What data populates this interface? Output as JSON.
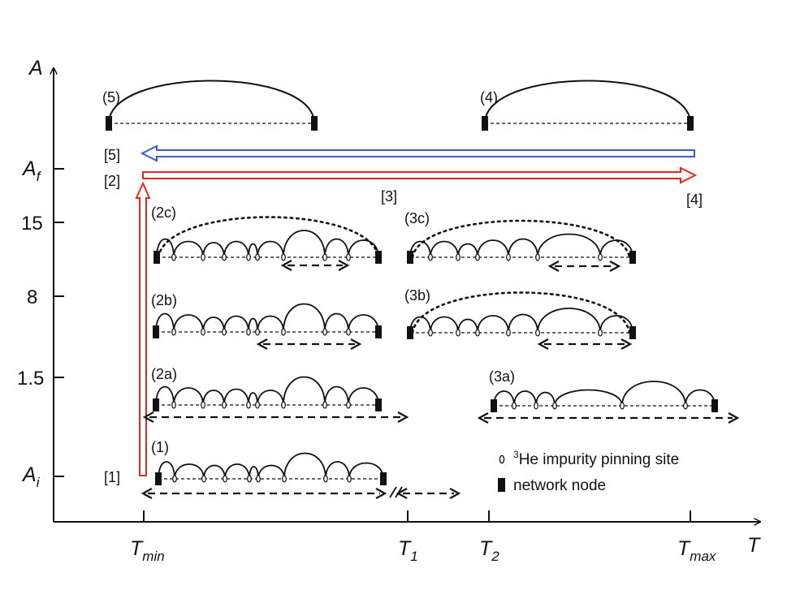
{
  "axes": {
    "y_title": "A",
    "x_title": "T",
    "y_ticks": [
      {
        "main": "A",
        "sub": "f"
      },
      {
        "main": "15",
        "sub": ""
      },
      {
        "main": "8",
        "sub": ""
      },
      {
        "main": "1.5",
        "sub": ""
      },
      {
        "main": "A",
        "sub": "i"
      }
    ],
    "x_ticks": [
      {
        "main": "T",
        "sub": "min"
      },
      {
        "main": "T",
        "sub": "1"
      },
      {
        "main": "T",
        "sub": "2"
      },
      {
        "main": "T",
        "sub": "max"
      }
    ]
  },
  "config_labels": {
    "c1": "(1)",
    "c2a": "(2a)",
    "c2b": "(2b)",
    "c2c": "(2c)",
    "c3a": "(3a)",
    "c3b": "(3b)",
    "c3c": "(3c)",
    "c4": "(4)",
    "c5": "(5)"
  },
  "step_labels": {
    "s1": "[1]",
    "s2": "[2]",
    "s3": "[3]",
    "s4": "[4]",
    "s5": "[5]"
  },
  "legend": {
    "pin_sup": "3",
    "pin": "He impurity pinning site",
    "node": "network node"
  },
  "colors": {
    "red_path": "#e8281e",
    "blue_path": "#3a5ccc",
    "ink": "#111111"
  }
}
